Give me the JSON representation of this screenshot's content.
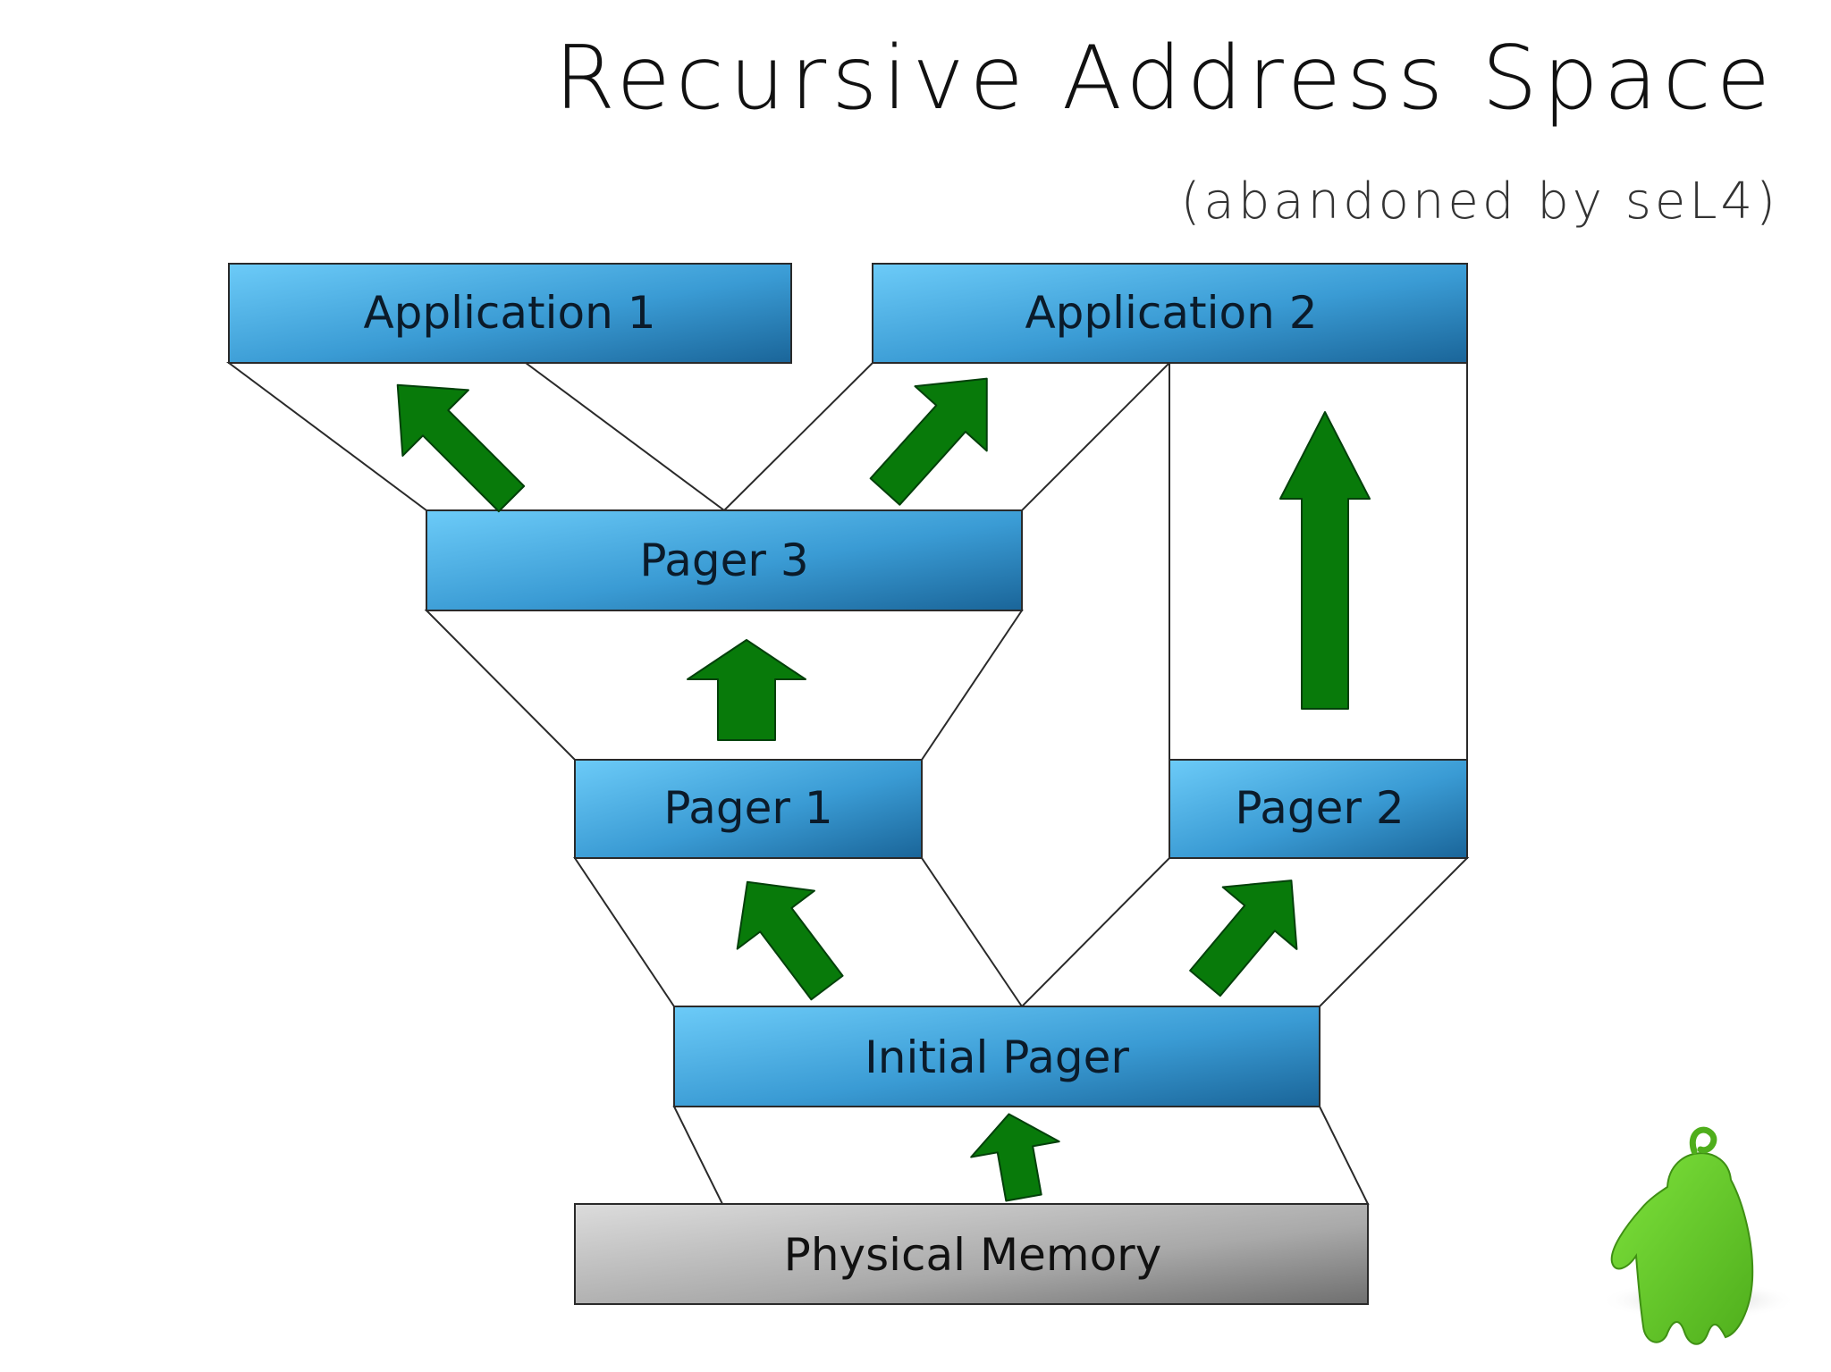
{
  "slide": {
    "title": "Recursive Address Space",
    "subtitle": "(abandoned by seL4)"
  },
  "diagram": {
    "blocks": {
      "application_1": "Application 1",
      "application_2": "Application 2",
      "pager_3": "Pager 3",
      "pager_1": "Pager 1",
      "pager_2": "Pager 2",
      "initial_pager": "Initial Pager",
      "physical_memory": "Physical Memory"
    }
  },
  "colors": {
    "block_blue_light": "#62c4f5",
    "block_blue_dark": "#1b6ea3",
    "memory_gray_light": "#d4d4d4",
    "memory_gray_dark": "#7a7a7a",
    "arrow_green": "#087a0a",
    "mascot_green": "#66cc2a"
  },
  "icons": {
    "mascot": "green-ghost-mascot"
  }
}
